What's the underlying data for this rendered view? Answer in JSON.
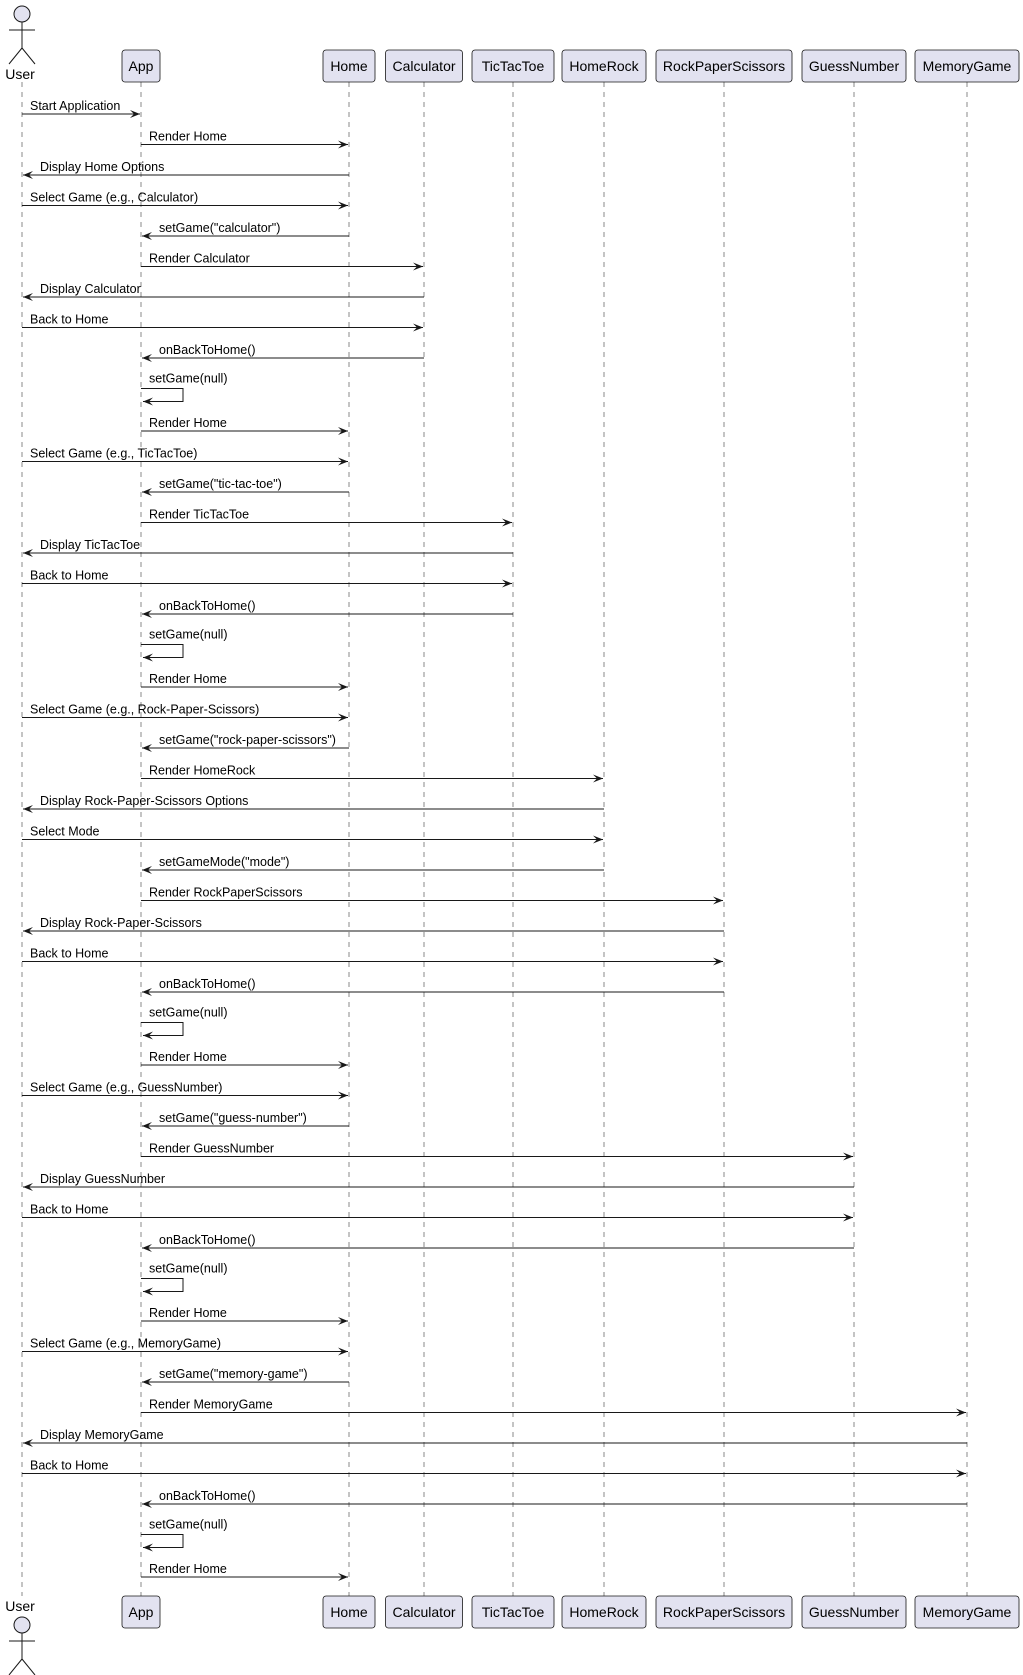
{
  "diagram": {
    "type": "sequence",
    "colors": {
      "participant_fill": "#E2E2F0",
      "participant_border": "#181818",
      "lifeline": "#888888",
      "arrow": "#181818"
    },
    "participants": [
      {
        "id": "User",
        "label": "User",
        "kind": "actor"
      },
      {
        "id": "App",
        "label": "App",
        "kind": "participant"
      },
      {
        "id": "Home",
        "label": "Home",
        "kind": "participant"
      },
      {
        "id": "Calculator",
        "label": "Calculator",
        "kind": "participant"
      },
      {
        "id": "TicTacToe",
        "label": "TicTacToe",
        "kind": "participant"
      },
      {
        "id": "HomeRock",
        "label": "HomeRock",
        "kind": "participant"
      },
      {
        "id": "RockPaperScissors",
        "label": "RockPaperScissors",
        "kind": "participant"
      },
      {
        "id": "GuessNumber",
        "label": "GuessNumber",
        "kind": "participant"
      },
      {
        "id": "MemoryGame",
        "label": "MemoryGame",
        "kind": "participant"
      }
    ],
    "messages": [
      {
        "from": "User",
        "to": "App",
        "text": "Start Application"
      },
      {
        "from": "App",
        "to": "Home",
        "text": "Render Home"
      },
      {
        "from": "Home",
        "to": "User",
        "text": "Display Home Options"
      },
      {
        "from": "User",
        "to": "Home",
        "text": "Select Game (e.g., Calculator)"
      },
      {
        "from": "Home",
        "to": "App",
        "text": "setGame(\"calculator\")"
      },
      {
        "from": "App",
        "to": "Calculator",
        "text": "Render Calculator"
      },
      {
        "from": "Calculator",
        "to": "User",
        "text": "Display Calculator"
      },
      {
        "from": "User",
        "to": "Calculator",
        "text": "Back to Home"
      },
      {
        "from": "Calculator",
        "to": "App",
        "text": "onBackToHome()"
      },
      {
        "from": "App",
        "to": "App",
        "text": "setGame(null)"
      },
      {
        "from": "App",
        "to": "Home",
        "text": "Render Home"
      },
      {
        "from": "User",
        "to": "Home",
        "text": "Select Game (e.g., TicTacToe)"
      },
      {
        "from": "Home",
        "to": "App",
        "text": "setGame(\"tic-tac-toe\")"
      },
      {
        "from": "App",
        "to": "TicTacToe",
        "text": "Render TicTacToe"
      },
      {
        "from": "TicTacToe",
        "to": "User",
        "text": "Display TicTacToe"
      },
      {
        "from": "User",
        "to": "TicTacToe",
        "text": "Back to Home"
      },
      {
        "from": "TicTacToe",
        "to": "App",
        "text": "onBackToHome()"
      },
      {
        "from": "App",
        "to": "App",
        "text": "setGame(null)"
      },
      {
        "from": "App",
        "to": "Home",
        "text": "Render Home"
      },
      {
        "from": "User",
        "to": "Home",
        "text": "Select Game (e.g., Rock-Paper-Scissors)"
      },
      {
        "from": "Home",
        "to": "App",
        "text": "setGame(\"rock-paper-scissors\")"
      },
      {
        "from": "App",
        "to": "HomeRock",
        "text": "Render HomeRock"
      },
      {
        "from": "HomeRock",
        "to": "User",
        "text": "Display Rock-Paper-Scissors Options"
      },
      {
        "from": "User",
        "to": "HomeRock",
        "text": "Select Mode"
      },
      {
        "from": "HomeRock",
        "to": "App",
        "text": "setGameMode(\"mode\")"
      },
      {
        "from": "App",
        "to": "RockPaperScissors",
        "text": "Render RockPaperScissors"
      },
      {
        "from": "RockPaperScissors",
        "to": "User",
        "text": "Display Rock-Paper-Scissors"
      },
      {
        "from": "User",
        "to": "RockPaperScissors",
        "text": "Back to Home"
      },
      {
        "from": "RockPaperScissors",
        "to": "App",
        "text": "onBackToHome()"
      },
      {
        "from": "App",
        "to": "App",
        "text": "setGame(null)"
      },
      {
        "from": "App",
        "to": "Home",
        "text": "Render Home"
      },
      {
        "from": "User",
        "to": "Home",
        "text": "Select Game (e.g., GuessNumber)"
      },
      {
        "from": "Home",
        "to": "App",
        "text": "setGame(\"guess-number\")"
      },
      {
        "from": "App",
        "to": "GuessNumber",
        "text": "Render GuessNumber"
      },
      {
        "from": "GuessNumber",
        "to": "User",
        "text": "Display GuessNumber"
      },
      {
        "from": "User",
        "to": "GuessNumber",
        "text": "Back to Home"
      },
      {
        "from": "GuessNumber",
        "to": "App",
        "text": "onBackToHome()"
      },
      {
        "from": "App",
        "to": "App",
        "text": "setGame(null)"
      },
      {
        "from": "App",
        "to": "Home",
        "text": "Render Home"
      },
      {
        "from": "User",
        "to": "Home",
        "text": "Select Game (e.g., MemoryGame)"
      },
      {
        "from": "Home",
        "to": "App",
        "text": "setGame(\"memory-game\")"
      },
      {
        "from": "App",
        "to": "MemoryGame",
        "text": "Render MemoryGame"
      },
      {
        "from": "MemoryGame",
        "to": "User",
        "text": "Display MemoryGame"
      },
      {
        "from": "User",
        "to": "MemoryGame",
        "text": "Back to Home"
      },
      {
        "from": "MemoryGame",
        "to": "App",
        "text": "onBackToHome()"
      },
      {
        "from": "App",
        "to": "App",
        "text": "setGame(null)"
      },
      {
        "from": "App",
        "to": "Home",
        "text": "Render Home"
      }
    ]
  }
}
